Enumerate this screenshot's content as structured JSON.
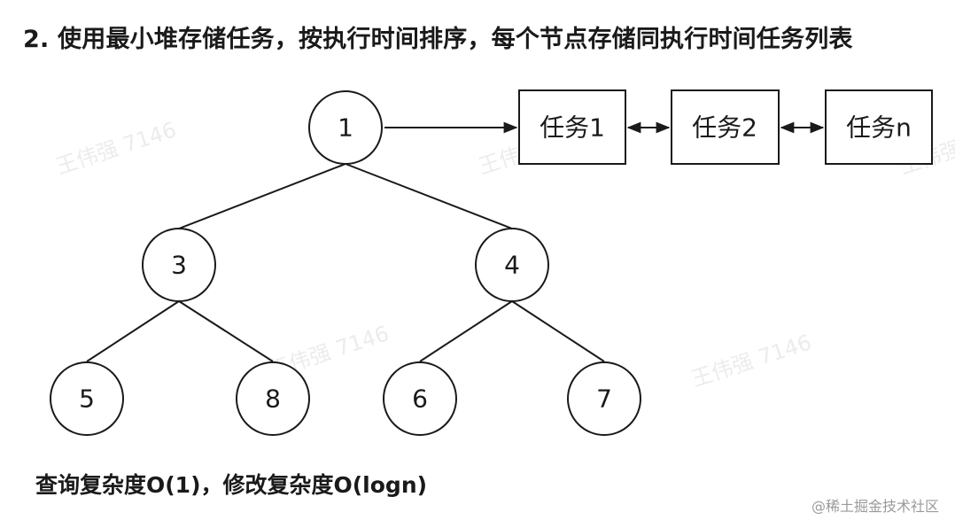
{
  "heading": "2. 使用最小堆存储任务，按执行时间排序，每个节点存储同执行时间任务列表",
  "heap_nodes": [
    "1",
    "3",
    "4",
    "5",
    "8",
    "6",
    "7"
  ],
  "task_list": [
    "任务1",
    "任务2",
    "任务n"
  ],
  "complexity_note": "查询复杂度O(1)，修改复杂度O(logn)",
  "credit": "@稀土掘金技术社区",
  "watermark": "王伟强 7146",
  "colors": {
    "stroke": "#1a1a1a",
    "background": "#ffffff",
    "watermark": "#ececec"
  }
}
